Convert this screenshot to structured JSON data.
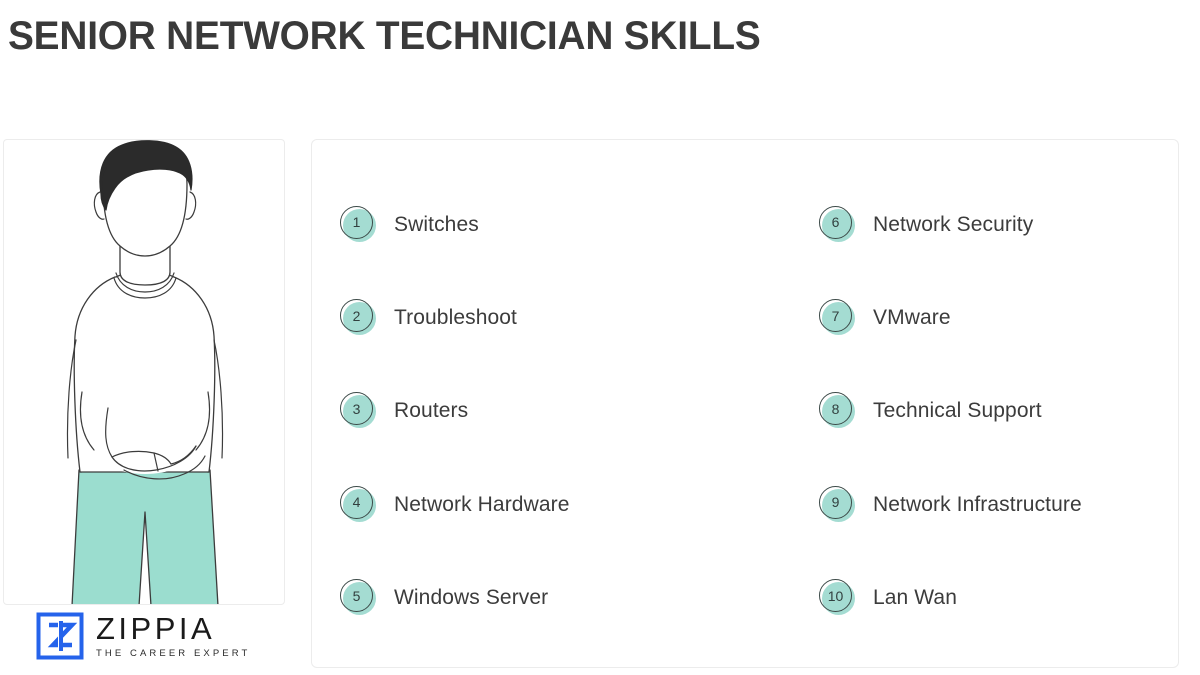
{
  "header": {
    "title": "SENIOR NETWORK TECHNICIAN SKILLS"
  },
  "illustration": {
    "alt_name": "man-with-crossed-arms-illustration",
    "hair_color": "#2b2b2b",
    "outline_color": "#3c3c3c",
    "pants_color": "#9bddcf"
  },
  "logo": {
    "wordmark": "ZIPPIA",
    "tagline": "THE CAREER EXPERT",
    "mark_color": "#2563eb",
    "wordmark_color": "#1a1a1a"
  },
  "skills_panel": {
    "accent_color": "#a4dcd2",
    "border_color": "#ececec",
    "text_color": "#3c3c3c",
    "columns": [
      {
        "items": [
          {
            "number": "1",
            "label": "Switches"
          },
          {
            "number": "2",
            "label": "Troubleshoot"
          },
          {
            "number": "3",
            "label": "Routers"
          },
          {
            "number": "4",
            "label": "Network Hardware"
          },
          {
            "number": "5",
            "label": "Windows Server"
          }
        ]
      },
      {
        "items": [
          {
            "number": "6",
            "label": "Network Security"
          },
          {
            "number": "7",
            "label": "VMware"
          },
          {
            "number": "8",
            "label": "Technical Support"
          },
          {
            "number": "9",
            "label": "Network Infrastructure"
          },
          {
            "number": "10",
            "label": "Lan Wan"
          }
        ]
      }
    ]
  }
}
